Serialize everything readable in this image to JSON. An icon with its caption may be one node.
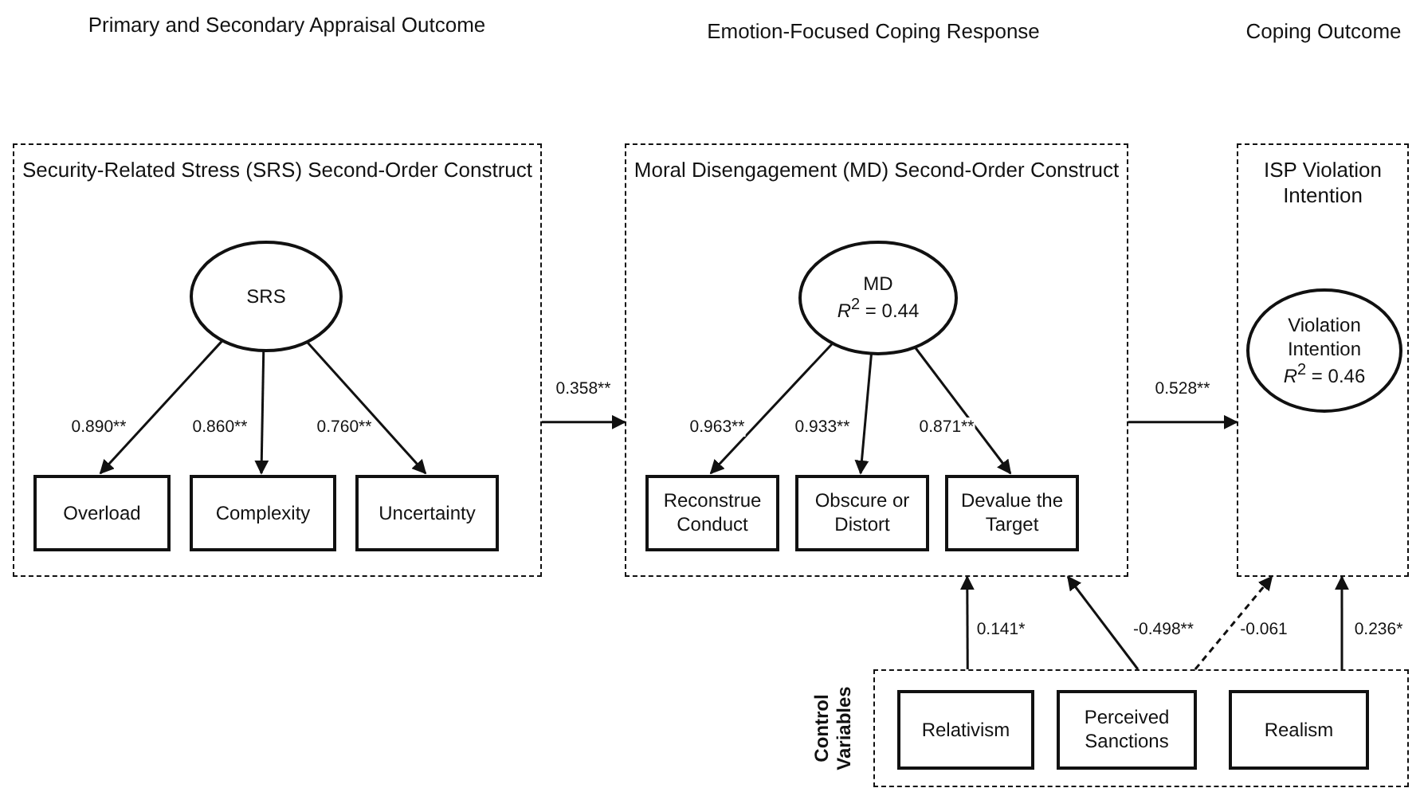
{
  "diagram": {
    "nodes": [
      {
        "text": [
          "Security-Related Stress (SRS) Second-Order Construct"
        ]
      },
      {
        "text": [
          "SRS"
        ],
        "in": 0
      },
      {
        "text": [
          "Overload"
        ],
        "in": 0
      },
      {
        "text": [
          "Complexity"
        ],
        "in": 0
      },
      {
        "text": [
          "Uncertainty"
        ],
        "in": 0
      },
      {
        "text": [
          "Moral Disengagement (MD) Second-Order Construct"
        ]
      },
      {
        "text": [
          "MD",
          "*R*$^{2}$ = 0.44"
        ],
        "in": 5
      },
      {
        "text": [
          "Reconstrue Conduct"
        ],
        "in": 5
      },
      {
        "text": [
          "Obscure or Distort"
        ],
        "in": 5
      },
      {
        "text": [
          "Devalue the Target"
        ],
        "in": 5
      },
      {
        "text": [
          "ISP Violation Intention"
        ]
      },
      {
        "text": [
          "Violation Intention",
          "*R*$^{2}$ = 0.46"
        ],
        "in": 10
      },
      {
        "text": [
          "Control Variables"
        ]
      },
      {
        "text": [
          "Relativism"
        ],
        "in": 12
      },
      {
        "text": [
          "Perceived Sanctions"
        ],
        "in": 12
      },
      {
        "text": [
          "Realism"
        ],
        "in": 12
      }
    ],
    "edges": [
      {
        "from": 1,
        "to": 2,
        "arrow": "to",
        "label": "0.890**"
      },
      {
        "from": 1,
        "to": 3,
        "arrow": "to",
        "label": "0.860**"
      },
      {
        "from": 1,
        "to": 4,
        "arrow": "to",
        "label": "0.760**"
      },
      {
        "from": 0,
        "to": 5,
        "arrow": "to",
        "label": "0.358**"
      },
      {
        "from": 6,
        "to": 7,
        "arrow": "to",
        "label": "0.963**"
      },
      {
        "from": 6,
        "to": 8,
        "arrow": "to",
        "label": "0.933**"
      },
      {
        "from": 6,
        "to": 9,
        "arrow": "to",
        "label": "0.871**"
      },
      {
        "from": 5,
        "to": 10,
        "arrow": "to",
        "label": "0.528**"
      },
      {
        "from": 12,
        "to": 5,
        "arrow": "to",
        "label": "0.141*"
      },
      {
        "from": 12,
        "to": 5,
        "arrow": "to",
        "label": "-0.498**"
      },
      {
        "from": 12,
        "to": 10,
        "arrow": "to",
        "label": "-0.061",
        "style": "dashed"
      },
      {
        "from": 12,
        "to": 10,
        "arrow": "to",
        "label": "0.236*"
      }
    ],
    "labels": [
      "Primary and Secondary Appraisal Outcome",
      "Emotion-Focused Coping Response",
      "Coping Outcome"
    ]
  }
}
